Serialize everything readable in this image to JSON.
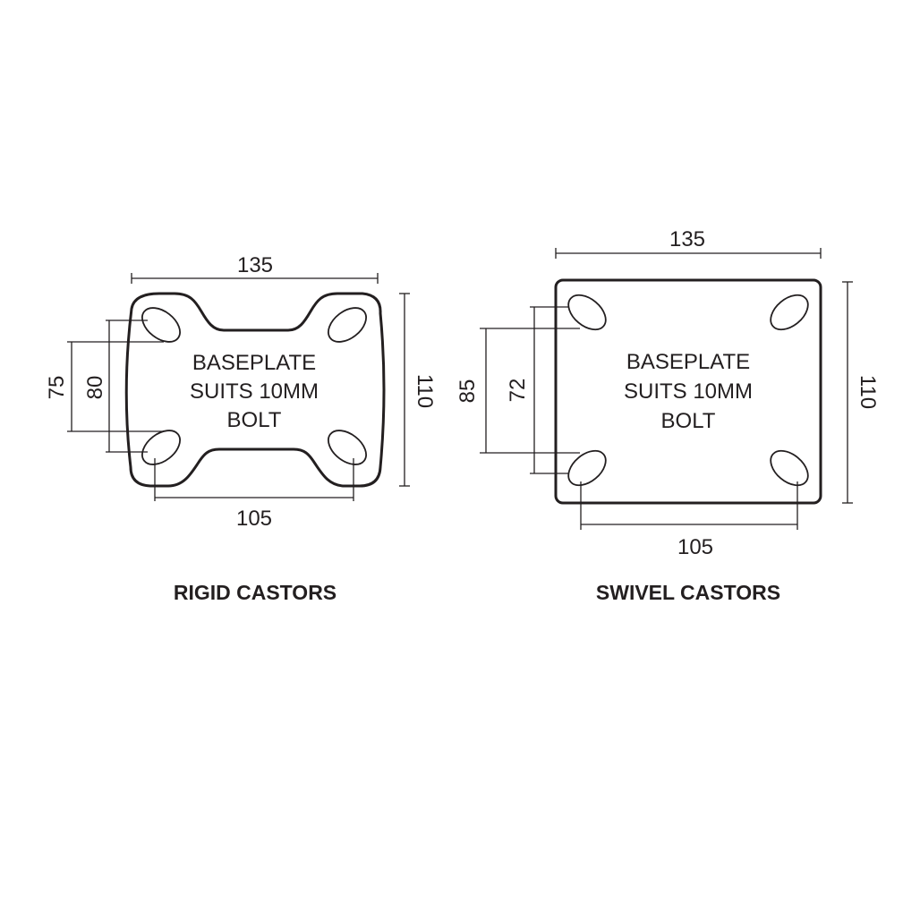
{
  "rigid": {
    "title": "RIGID CASTORS",
    "label_lines": [
      "BASEPLATE",
      "SUITS 10MM",
      "BOLT"
    ],
    "width": "135",
    "height": "110",
    "hole_spacing_x": "105",
    "hole_spacing_y_outer": "80",
    "hole_spacing_y_inner": "75"
  },
  "swivel": {
    "title": "SWIVEL CASTORS",
    "label_lines": [
      "BASEPLATE",
      "SUITS 10MM",
      "BOLT"
    ],
    "width": "135",
    "height": "110",
    "hole_spacing_x": "105",
    "hole_spacing_y_outer": "85",
    "hole_spacing_y_inner": "72"
  }
}
